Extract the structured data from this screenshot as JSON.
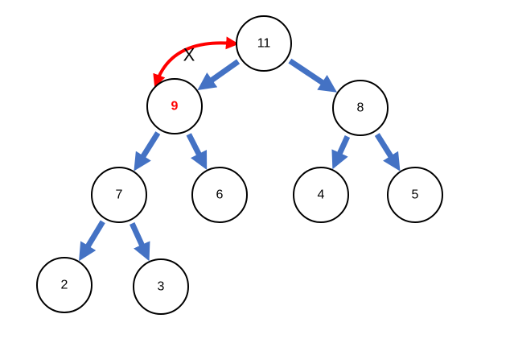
{
  "colors": {
    "edge": "#4472c4",
    "swap": "#ff0000",
    "highlight": "#ff0000"
  },
  "swap": {
    "label": "X",
    "between": [
      "root",
      "left"
    ]
  },
  "tree": {
    "nodes": [
      {
        "id": "root",
        "label": "11",
        "highlight": false
      },
      {
        "id": "left",
        "label": "9",
        "highlight": true
      },
      {
        "id": "right",
        "label": "8",
        "highlight": false
      },
      {
        "id": "ll",
        "label": "7",
        "highlight": false
      },
      {
        "id": "lr",
        "label": "6",
        "highlight": false
      },
      {
        "id": "rl",
        "label": "4",
        "highlight": false
      },
      {
        "id": "rr",
        "label": "5",
        "highlight": false
      },
      {
        "id": "lll",
        "label": "2",
        "highlight": false
      },
      {
        "id": "llr",
        "label": "3",
        "highlight": false
      }
    ],
    "edges": [
      {
        "from": "root",
        "to": "left"
      },
      {
        "from": "root",
        "to": "right"
      },
      {
        "from": "left",
        "to": "ll"
      },
      {
        "from": "left",
        "to": "lr"
      },
      {
        "from": "right",
        "to": "rl"
      },
      {
        "from": "right",
        "to": "rr"
      },
      {
        "from": "ll",
        "to": "lll"
      },
      {
        "from": "ll",
        "to": "llr"
      }
    ]
  }
}
